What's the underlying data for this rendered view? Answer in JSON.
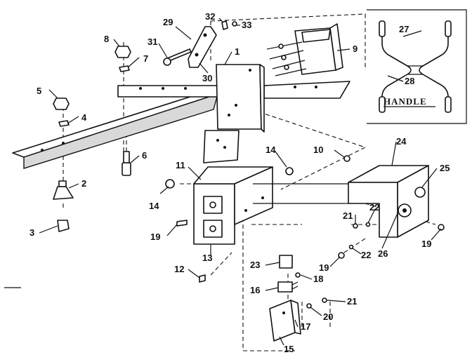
{
  "inset": {
    "title": "HANDLE"
  },
  "callouts": [
    {
      "id": "c1",
      "text": "1"
    },
    {
      "id": "c2",
      "text": "2"
    },
    {
      "id": "c3",
      "text": "3"
    },
    {
      "id": "c4",
      "text": "4"
    },
    {
      "id": "c5",
      "text": "5"
    },
    {
      "id": "c6",
      "text": "6"
    },
    {
      "id": "c7",
      "text": "7"
    },
    {
      "id": "c8",
      "text": "8"
    },
    {
      "id": "c9",
      "text": "9"
    },
    {
      "id": "c10",
      "text": "10"
    },
    {
      "id": "c11",
      "text": "11"
    },
    {
      "id": "c12",
      "text": "12"
    },
    {
      "id": "c13",
      "text": "13"
    },
    {
      "id": "c14a",
      "text": "14"
    },
    {
      "id": "c14b",
      "text": "14"
    },
    {
      "id": "c15",
      "text": "15"
    },
    {
      "id": "c16",
      "text": "16"
    },
    {
      "id": "c17",
      "text": "17"
    },
    {
      "id": "c18",
      "text": "18"
    },
    {
      "id": "c19a",
      "text": "19"
    },
    {
      "id": "c19b",
      "text": "19"
    },
    {
      "id": "c19c",
      "text": "19"
    },
    {
      "id": "c20",
      "text": "20"
    },
    {
      "id": "c21a",
      "text": "21"
    },
    {
      "id": "c21b",
      "text": "21"
    },
    {
      "id": "c22a",
      "text": "22"
    },
    {
      "id": "c22b",
      "text": "22"
    },
    {
      "id": "c23",
      "text": "23"
    },
    {
      "id": "c24",
      "text": "24"
    },
    {
      "id": "c25",
      "text": "25"
    },
    {
      "id": "c26",
      "text": "26"
    },
    {
      "id": "c27",
      "text": "27"
    },
    {
      "id": "c28",
      "text": "28"
    },
    {
      "id": "c29",
      "text": "29"
    },
    {
      "id": "c30",
      "text": "30"
    },
    {
      "id": "c31",
      "text": "31"
    },
    {
      "id": "c32",
      "text": "32"
    },
    {
      "id": "c33",
      "text": "33"
    }
  ]
}
